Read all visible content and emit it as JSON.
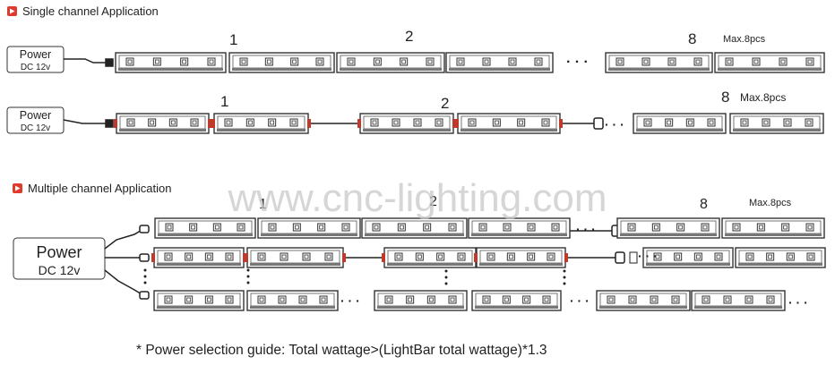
{
  "sections": {
    "single": {
      "title": "Single channel Application"
    },
    "multiple": {
      "title": "Multiple channel Application"
    }
  },
  "power": {
    "label": "Power",
    "voltage": "DC  12v"
  },
  "rows": {
    "single_row1": {
      "n1": "1",
      "n2": "2",
      "n8": "8",
      "max": "Max.8pcs"
    },
    "single_row2": {
      "n1": "1",
      "n2": "2",
      "n8": "8",
      "max": "Max.8pcs"
    },
    "multi": {
      "n1": "1",
      "n2": "2",
      "n8": "8",
      "max": "Max.8pcs"
    }
  },
  "ellipsis": "· · ·",
  "watermark": "www.cnc-lighting.com",
  "footnote": "* Power selection guide: Total wattage>(LightBar total wattage)*1.3",
  "colors": {
    "bar_stroke": "#333333",
    "connector_red": "#c0392b",
    "icon_red": "#e03a2f",
    "watermark": "#c8c8c8"
  }
}
